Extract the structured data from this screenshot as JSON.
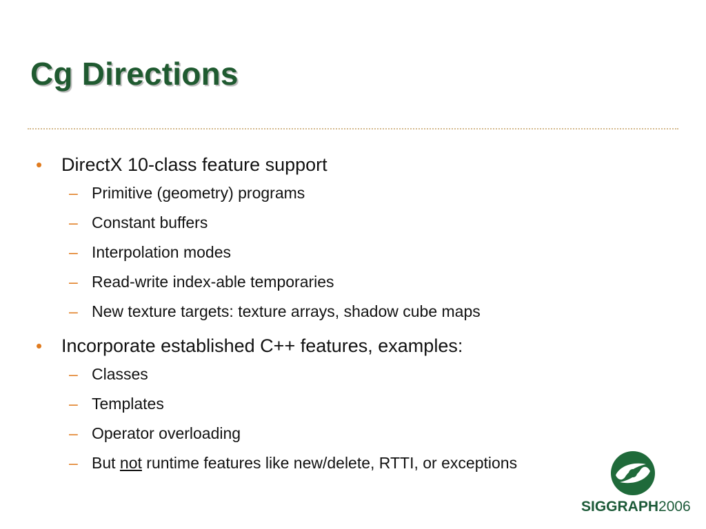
{
  "title": "Cg Directions",
  "bullets": [
    {
      "text": "DirectX 10-class feature support",
      "items": [
        "Primitive (geometry) programs",
        "Constant buffers",
        "Interpolation modes",
        "Read-write index-able temporaries",
        "New texture targets: texture arrays, shadow cube maps"
      ]
    },
    {
      "text": "Incorporate established C++ features, examples:",
      "items": [
        "Classes",
        "Templates",
        "Operator overloading"
      ],
      "last_item": {
        "before": "But ",
        "emphasis": "not",
        "after": " runtime features like new/delete, RTTI, or exceptions"
      }
    }
  ],
  "markers": {
    "bullet": "•",
    "dash": "–"
  },
  "logo": {
    "name": "SIGGRAPH",
    "year": "2006"
  },
  "colors": {
    "title": "#1f5a30",
    "accent": "#e07b1f",
    "divider": "#d4b98c",
    "logo": "#1c5a38"
  }
}
